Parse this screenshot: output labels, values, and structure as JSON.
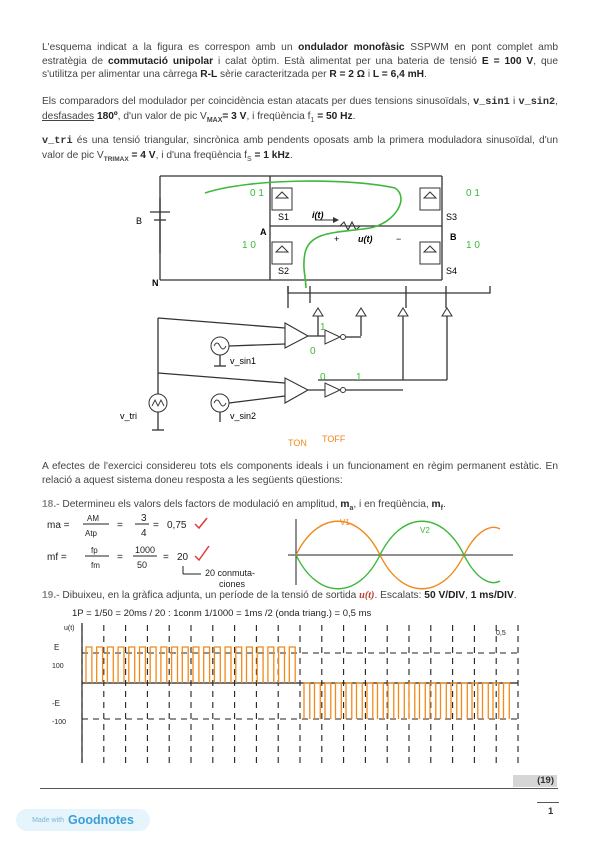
{
  "intro": {
    "t1": "L'esquema indicat a la figura es correspon amb un ",
    "t2": "ondulador monofàsic",
    "t3": " SSPWM en pont complet amb estratègia de ",
    "t4": "commutació unipolar",
    "t5": " i calat òptim. Està alimentat per una bateria de tensió ",
    "t6": "E = 100 V",
    "t7": ", que s'utilitza per alimentar una càrrega ",
    "t8": "R-L",
    "t9": " sèrie caracteritzada per ",
    "t10": "R = 2 Ω",
    "t11": " i ",
    "t12": "L = 6,4 mH",
    "t13": "."
  },
  "comparators": {
    "t1": "Els comparadors del modulador per coincidència estan atacats per dues tensions sinusoïdals, ",
    "t2": "v_sin1",
    "t3": " i ",
    "t4": "v_sin2",
    "t5": ", ",
    "t6": "desfasades",
    "t7": " 180º",
    "t8": ", d'un valor de pic V",
    "t9": "MAX",
    "t10": "= 3 V",
    "t11": ", i freqüència f",
    "t12": "1",
    "t13": " = 50 Hz",
    "t14": "."
  },
  "triangle": {
    "t1": "v_tri",
    "t2": " és una tensió triangular, sincrònica amb pendents oposats amb la primera moduladora sinusoïdal, d'un valor de pic V",
    "t3": "TRIMAX",
    "t4": " = 4 V",
    "t5": ", i d'una freqüència f",
    "t6": "S",
    "t7": " = 1 kHz",
    "t8": "."
  },
  "circuit": {
    "label_B": "B",
    "label_N": "N",
    "label_A": "A",
    "label_Bnode": "B",
    "s1": "S1",
    "s2": "S2",
    "s3": "S3",
    "s4": "S4",
    "i_label": "i(t)",
    "u_label": "u(t)",
    "plus": "+",
    "minus": "−",
    "vsin1": "v_sin1",
    "vsin2": "v_sin2",
    "vtri": "v_tri",
    "hw_01a": "0 1",
    "hw_01b": "0 1",
    "hw_10": "1 0",
    "hw_10b": "1 0",
    "hw_0": "0",
    "hw_1": "1",
    "hw_0b": "0",
    "hw_1b": "1",
    "hw_ton": "TON",
    "hw_toff": "TOFF"
  },
  "considerations": "A efectes de l'exercici considereu tots els components ideals i un funcionament en règim permanent estàtic. En relació a aquest sistema doneu resposta a les següents qüestions:",
  "q18": {
    "num": "18.-",
    "t1": " Determineu els valors dels factors de modulació en amplitud, ",
    "t2": "m",
    "t3": "a",
    "t4": ", i en freqüència, ",
    "t5": "m",
    "t6": "f",
    "t7": ".",
    "hw_ma": "ma =",
    "hw_am": "AM",
    "hw_atp": "Atp",
    "hw_3": "3",
    "hw_4": "4",
    "hw_075": "0,75",
    "hw_mf": "mf =",
    "hw_fp": "fp",
    "hw_fm": "fm",
    "hw_1000": "1000",
    "hw_50": "50",
    "hw_20": "20",
    "hw_conm1": "20 conmuta-",
    "hw_conm2": "ciones",
    "hw_eq": "=",
    "hw_v1": "V1",
    "hw_v2": "V2"
  },
  "q19": {
    "num": "19.-",
    "t1": " Dibuixeu, en la gràfica adjunta, un període de la tensió de sortida ",
    "t2": "u(t)",
    "t3": ". Escalats: ",
    "t4": "50 V/DIV",
    "t5": ", ",
    "t6": "1 ms/DIV",
    "t7": ".",
    "hw_header": "1P = 1/50 = 20ms / 20 : 1conm   1/1000 = 1ms /2 (onda triang.) = 0,5 ms",
    "hw_ut": "u(t)",
    "hw_E": "E",
    "hw_100": "100",
    "hw_negE": "-E",
    "hw_neg100": "-100",
    "hw_ms": "0,5"
  },
  "score": "(19)",
  "page_number": "1",
  "badge": {
    "made_with": "Made with",
    "brand": "Goodnotes"
  },
  "colors": {
    "handwriting_green": "#3db83a",
    "handwriting_orange": "#f08a1c",
    "handwriting_red": "#e03a3a",
    "accent_blue": "#3a9ed8"
  }
}
